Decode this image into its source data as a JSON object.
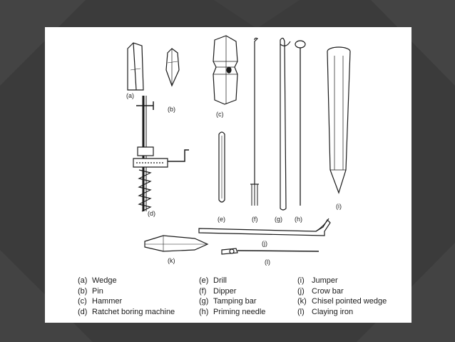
{
  "labels": {
    "a": "(a)",
    "b": "(b)",
    "c": "(c)",
    "d": "(d)",
    "e": "(e)",
    "f": "(f)",
    "g": "(g)",
    "h": "(h)",
    "i": "(i)",
    "j": "(j)",
    "k": "(k)",
    "l": "(l)"
  },
  "legend": [
    [
      {
        "key": "(a)",
        "text": "Wedge"
      },
      {
        "key": "(e)",
        "text": "Drill"
      },
      {
        "key": "(i)",
        "text": "Jumper"
      }
    ],
    [
      {
        "key": "(b)",
        "text": "Pin"
      },
      {
        "key": "(f)",
        "text": "Dipper"
      },
      {
        "key": "(j)",
        "text": "Crow bar"
      }
    ],
    [
      {
        "key": "(c)",
        "text": "Hammer"
      },
      {
        "key": "(g)",
        "text": "Tamping bar"
      },
      {
        "key": "(k)",
        "text": "Chisel pointed wedge"
      }
    ],
    [
      {
        "key": "(d)",
        "text": "Ratchet boring machine"
      },
      {
        "key": "(h)",
        "text": "Priming needle"
      },
      {
        "key": "(l)",
        "text": "Claying iron"
      }
    ]
  ],
  "colors": {
    "background": "#3a3a3a",
    "panel": "#ffffff",
    "ink": "#1a1a1a"
  }
}
